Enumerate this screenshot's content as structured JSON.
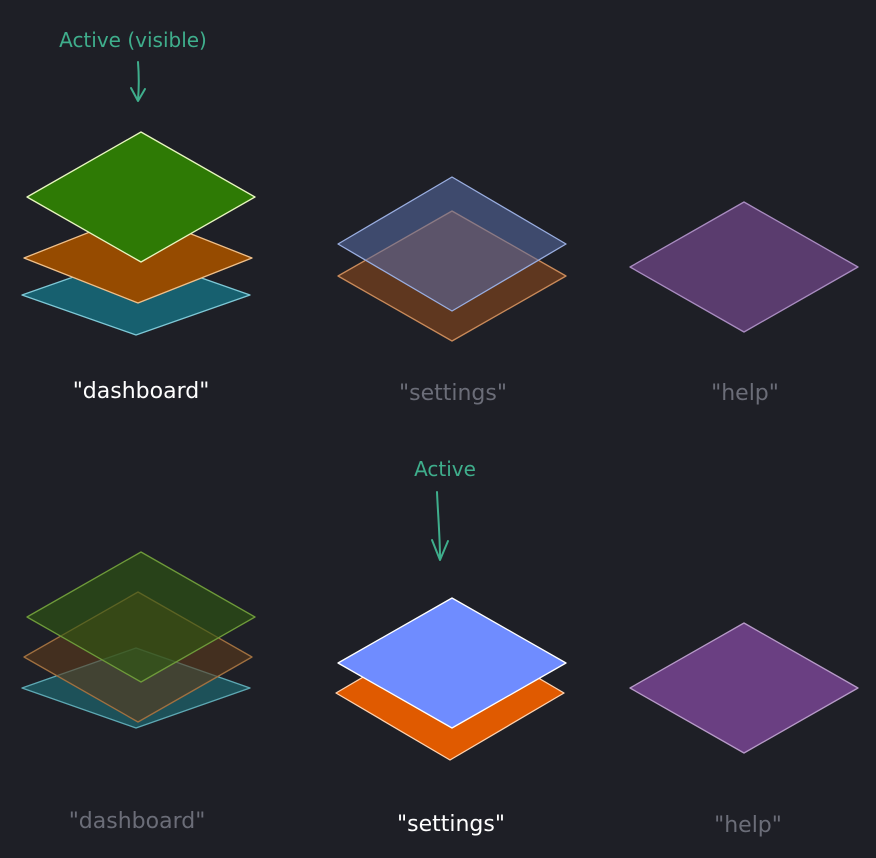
{
  "colors": {
    "background": "#1e1f26",
    "annotation": "#3fae8c",
    "label_active": "#ffffff",
    "label_inactive": "#6b6d78"
  },
  "annotations": [
    {
      "name": "annotation-top",
      "text": "Active (visible)"
    },
    {
      "name": "annotation-bottom",
      "text": "Active"
    }
  ],
  "rows": [
    {
      "name": "row-top",
      "views": [
        {
          "name": "dashboard",
          "label": "\"dashboard\"",
          "active": true,
          "layers": [
            {
              "fill": "#17606f",
              "stroke": "#7ec8d6",
              "opacity": 1.0
            },
            {
              "fill": "#964b00",
              "stroke": "#f0c08a",
              "opacity": 1.0
            },
            {
              "fill": "#2e7a05",
              "stroke": "#e8f7c0",
              "opacity": 1.0
            }
          ]
        },
        {
          "name": "settings",
          "label": "\"settings\"",
          "active": false,
          "layers": [
            {
              "fill": "#6b3c1f",
              "stroke": "#c98a5a",
              "opacity": 0.85
            },
            {
              "fill": "#5a6ea8",
              "stroke": "#9aaee0",
              "opacity": 0.55
            }
          ]
        },
        {
          "name": "help",
          "label": "\"help\"",
          "active": false,
          "layers": [
            {
              "fill": "#5a3c6e",
              "stroke": "#a98cc0",
              "opacity": 1.0
            }
          ]
        }
      ]
    },
    {
      "name": "row-bottom",
      "views": [
        {
          "name": "dashboard",
          "label": "\"dashboard\"",
          "active": false,
          "layers": [
            {
              "fill": "#1d5a63",
              "stroke": "#5ea8b3",
              "opacity": 0.85
            },
            {
              "fill": "#5b3a1a",
              "stroke": "#a07040",
              "opacity": 0.6
            },
            {
              "fill": "#2f5a10",
              "stroke": "#6e9a3a",
              "opacity": 0.6
            }
          ]
        },
        {
          "name": "settings",
          "label": "\"settings\"",
          "active": true,
          "layers": [
            {
              "fill": "#e05a00",
              "stroke": "#ffd3b0",
              "opacity": 1.0
            },
            {
              "fill": "#6f8cff",
              "stroke": "#ffffff",
              "opacity": 1.0
            }
          ]
        },
        {
          "name": "help",
          "label": "\"help\"",
          "active": false,
          "layers": [
            {
              "fill": "#6a3f82",
              "stroke": "#b79ac8",
              "opacity": 1.0
            }
          ]
        }
      ]
    }
  ]
}
